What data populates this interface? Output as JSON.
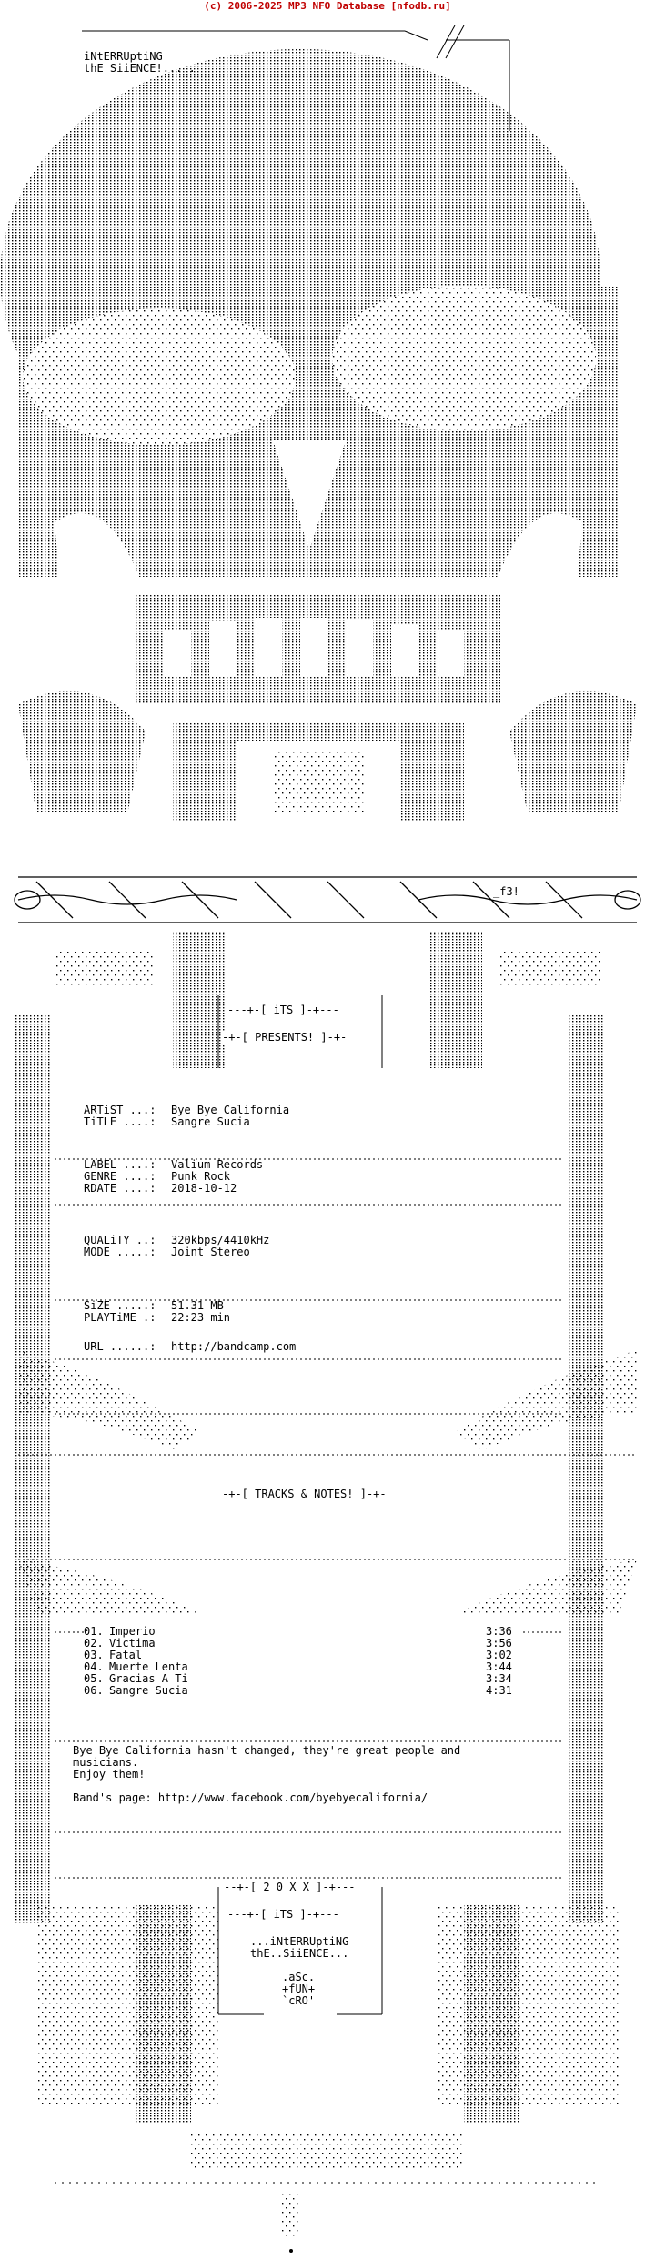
{
  "header": {
    "copyright": "(c) 2006-2025 MP3 NFO Database [nfodb.ru]"
  },
  "colors": {
    "header_red": "#c00000",
    "ink": "#000000"
  },
  "banner": {
    "line1": "iNtERRUptiNG",
    "line2": "thE SiiENCE!... ."
  },
  "presents": {
    "group": "---+-[ iTS ]-+---",
    "label": "-+-[ PRESENTS! ]-+-"
  },
  "info": {
    "artist": {
      "key": "ARTiST ...:",
      "value": "Bye Bye California"
    },
    "title": {
      "key": "TiTLE ....:",
      "value": "Sangre Sucia"
    },
    "label": {
      "key": "LABEL ....:",
      "value": "Valium Records"
    },
    "genre": {
      "key": "GENRE ....:",
      "value": "Punk Rock"
    },
    "rdate": {
      "key": "RDATE ....:",
      "value": "2018-10-12"
    },
    "quality": {
      "key": "QUALiTY ..:",
      "value": "320kbps/4410kHz"
    },
    "mode": {
      "key": "MODE .....:",
      "value": "Joint Stereo"
    },
    "size": {
      "key": "SiZE .....:",
      "value": "51.31 MB"
    },
    "playtime": {
      "key": "PLAYTiME .:",
      "value": "22:23 min"
    },
    "url": {
      "key": "URL ......:",
      "value": "http://bandcamp.com"
    }
  },
  "tracks_header": "-+-[ TRACKS & NOTES! ]-+-",
  "tracks": [
    {
      "num": "01.",
      "name": "Imperio",
      "time": "3:36"
    },
    {
      "num": "02.",
      "name": "Victima",
      "time": "3:56"
    },
    {
      "num": "03.",
      "name": "Fatal",
      "time": "3:02"
    },
    {
      "num": "04.",
      "name": "Muerte Lenta",
      "time": "3:44"
    },
    {
      "num": "05.",
      "name": "Gracias A Ti",
      "time": "3:34"
    },
    {
      "num": "06.",
      "name": "Sangre Sucia",
      "time": "4:31"
    }
  ],
  "notes": {
    "line1": "Bye Bye California hasn't changed, they're great people and",
    "line2": "musicians.",
    "line3": "Enjoy them!",
    "band_page": "Band's page: http://www.facebook.com/byebyecalifornia/"
  },
  "footer": {
    "year": "--+-[ 2 0 X X ]-+---",
    "group": "---+-[ iTS ]-+---",
    "line1": "...iNtERRUptiNG",
    "line2": "thE..SiiENCE...",
    "sig1": ".aSc.",
    "sig2": "+fUN+",
    "sig3": "`cRO'"
  },
  "logo_tag": "_f3!"
}
